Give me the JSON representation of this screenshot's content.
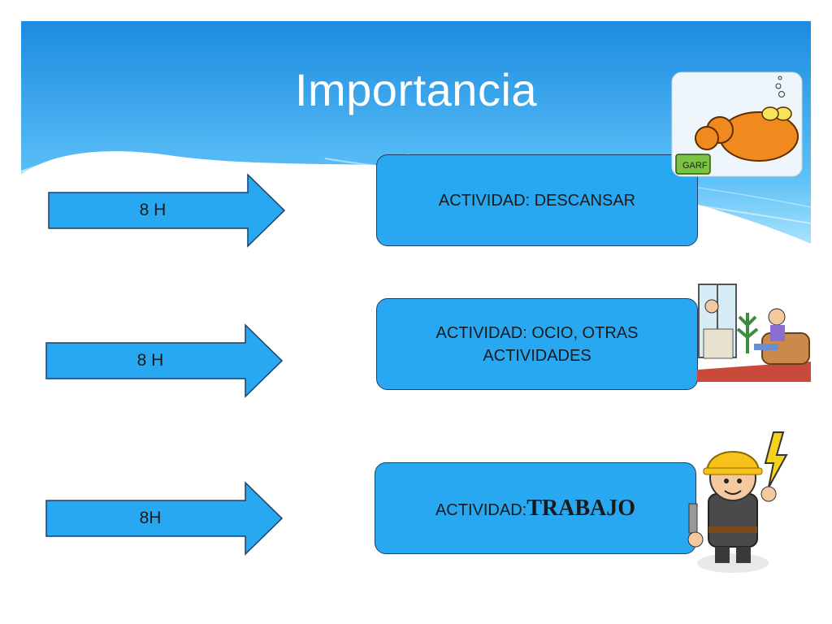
{
  "title": "Importancia",
  "rows": [
    {
      "arrow_label": "8 H",
      "box_label": "ACTIVIDAD: DESCANSAR",
      "image": "sleeping-cat-icon"
    },
    {
      "arrow_label": "8 H",
      "box_label": "ACTIVIDAD: OCIO, OTRAS ACTIVIDADES",
      "image": "person-on-sofa-icon"
    },
    {
      "arrow_label": "8H",
      "box_label_prefix": "ACTIVIDAD:",
      "box_label_emphasis": "TRABAJO",
      "image": "electrician-worker-icon"
    }
  ],
  "colors": {
    "header_top": "#1f8fe3",
    "header_bottom": "#7fd0fb",
    "arrow_fill": "#29a8f2",
    "box_fill": "#29a8f2",
    "outline": "#1f3f66"
  }
}
